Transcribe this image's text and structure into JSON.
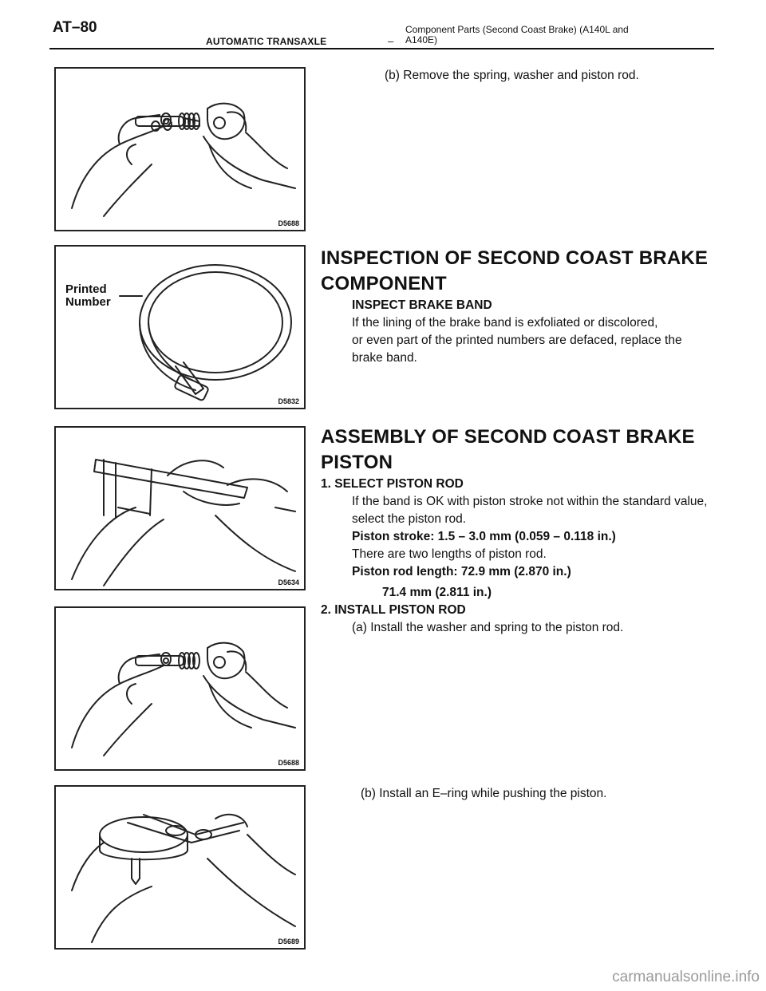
{
  "header": {
    "page_number": "AT–80",
    "section": "AUTOMATIC TRANSAXLE",
    "separator": "–",
    "title_line1": "Component Parts (Second Coast Brake) (A140L and",
    "title_line2": "A140E)"
  },
  "figures": [
    {
      "id": "D5688"
    },
    {
      "id": "D5832",
      "callout_line1": "Printed",
      "callout_line2": "Number"
    },
    {
      "id": "D5634"
    },
    {
      "id": "D5688"
    },
    {
      "id": "D5689"
    }
  ],
  "disassembly": {
    "step_b": "(b) Remove the spring, washer and piston rod."
  },
  "inspection": {
    "heading_line1": "INSPECTION OF SECOND COAST BRAKE",
    "heading_line2": "COMPONENT",
    "subheading": "INSPECT BRAKE BAND",
    "body_line1": "If the lining of the brake band is exfoliated or discolored,",
    "body_line2": "or even part of the printed numbers are defaced, replace the",
    "body_line3": "brake band."
  },
  "assembly": {
    "heading_line1": "ASSEMBLY OF SECOND COAST BRAKE",
    "heading_line2": "PISTON",
    "step1_title": "1. SELECT PISTON ROD",
    "step1_line1": "If the band is OK with piston stroke not within the standard value,",
    "step1_line2": "select the piston rod.",
    "spec_stroke": "Piston stroke: 1.5 – 3.0 mm (0.059 – 0.118 in.)",
    "step1_line3": "There are two lengths of piston rod.",
    "spec_length1": "Piston rod length: 72.9 mm (2.870 in.)",
    "spec_length2": "71.4 mm (2.811 in.)",
    "step2_title": "2. INSTALL PISTON ROD",
    "step2_a": "(a) Install the washer and spring to the piston rod.",
    "step2_b": "(b) Install an E–ring while pushing the piston."
  },
  "watermark": "carmanualsonline.info"
}
